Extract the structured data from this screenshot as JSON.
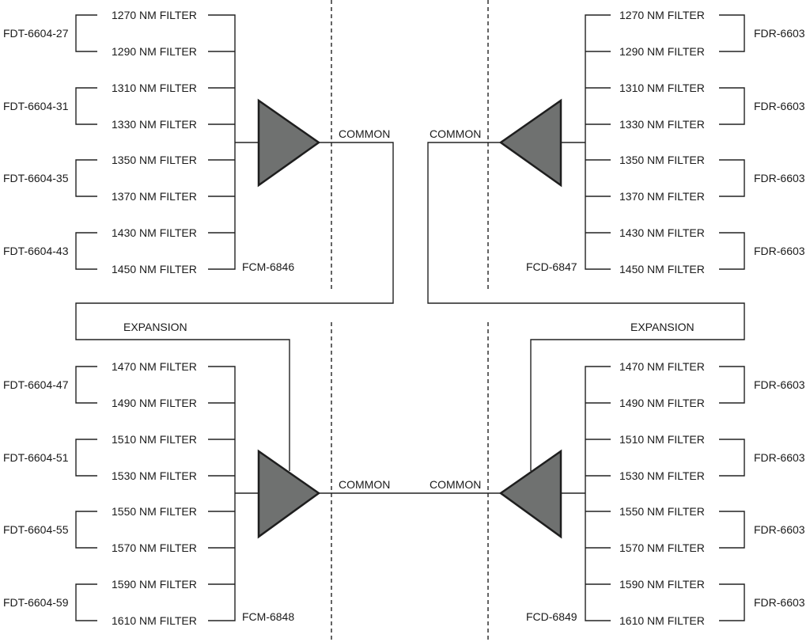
{
  "colors": {
    "amplifier_fill": "#6f7170",
    "line": "#222222",
    "text": "#1a1a1a"
  },
  "left_top": {
    "filters": [
      "1270 NM FILTER",
      "1290 NM FILTER",
      "1310 NM FILTER",
      "1330 NM FILTER",
      "1350 NM FILTER",
      "1370 NM FILTER",
      "1430 NM FILTER",
      "1450 NM FILTER"
    ],
    "groups": [
      "FDT-6604-27",
      "FDT-6604-31",
      "FDT-6604-35",
      "FDT-6604-43"
    ],
    "module": "FCM-6846",
    "common": "COMMON"
  },
  "right_top": {
    "filters": [
      "1270 NM FILTER",
      "1290 NM FILTER",
      "1310 NM FILTER",
      "1330 NM FILTER",
      "1350 NM FILTER",
      "1370 NM FILTER",
      "1430 NM FILTER",
      "1450 NM FILTER"
    ],
    "groups": [
      "FDR-6603",
      "FDR-6603",
      "FDR-6603",
      "FDR-6603"
    ],
    "module": "FCD-6847",
    "common": "COMMON"
  },
  "left_bottom": {
    "filters": [
      "1470 NM FILTER",
      "1490 NM FILTER",
      "1510 NM FILTER",
      "1530 NM FILTER",
      "1550 NM FILTER",
      "1570 NM FILTER",
      "1590 NM FILTER",
      "1610 NM FILTER"
    ],
    "groups": [
      "FDT-6604-47",
      "FDT-6604-51",
      "FDT-6604-55",
      "FDT-6604-59"
    ],
    "module": "FCM-6848",
    "common": "COMMON",
    "expansion": "EXPANSION"
  },
  "right_bottom": {
    "filters": [
      "1470 NM FILTER",
      "1490 NM FILTER",
      "1510 NM FILTER",
      "1530 NM FILTER",
      "1550 NM FILTER",
      "1570 NM FILTER",
      "1590 NM FILTER",
      "1610 NM FILTER"
    ],
    "groups": [
      "FDR-6603",
      "FDR-6603",
      "FDR-6603",
      "FDR-6603"
    ],
    "module": "FCD-6849",
    "common": "COMMON",
    "expansion": "EXPANSION"
  }
}
